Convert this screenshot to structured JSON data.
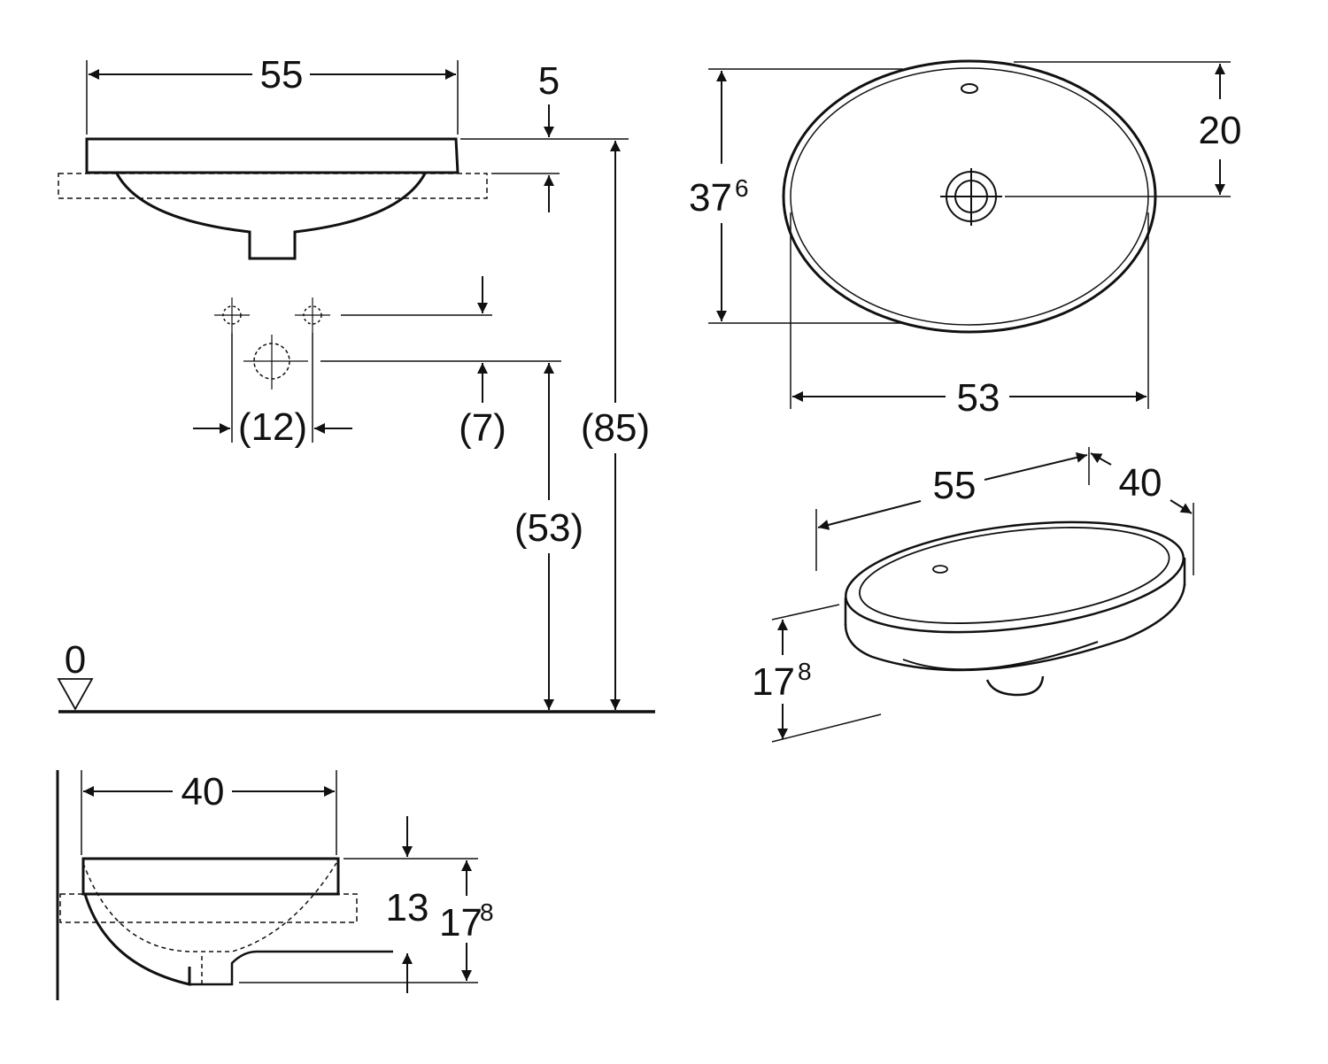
{
  "colors": {
    "line": "#111111",
    "background": "#ffffff"
  },
  "front_view": {
    "width": "55",
    "rim_thickness": "5",
    "tap_spacing": "(12)",
    "tap_offset": "(7)",
    "drain_height": "(53)",
    "rim_height": "(85)",
    "floor_level": "0"
  },
  "top_view": {
    "depth": "37",
    "depth_sup": "6",
    "drain_offset": "20",
    "inner_width": "53"
  },
  "perspective_view": {
    "length": "55",
    "width": "40",
    "height": "17",
    "height_sup": "8"
  },
  "side_view": {
    "width": "40",
    "bowl_depth": "13",
    "height": "17",
    "height_sup": "8"
  }
}
